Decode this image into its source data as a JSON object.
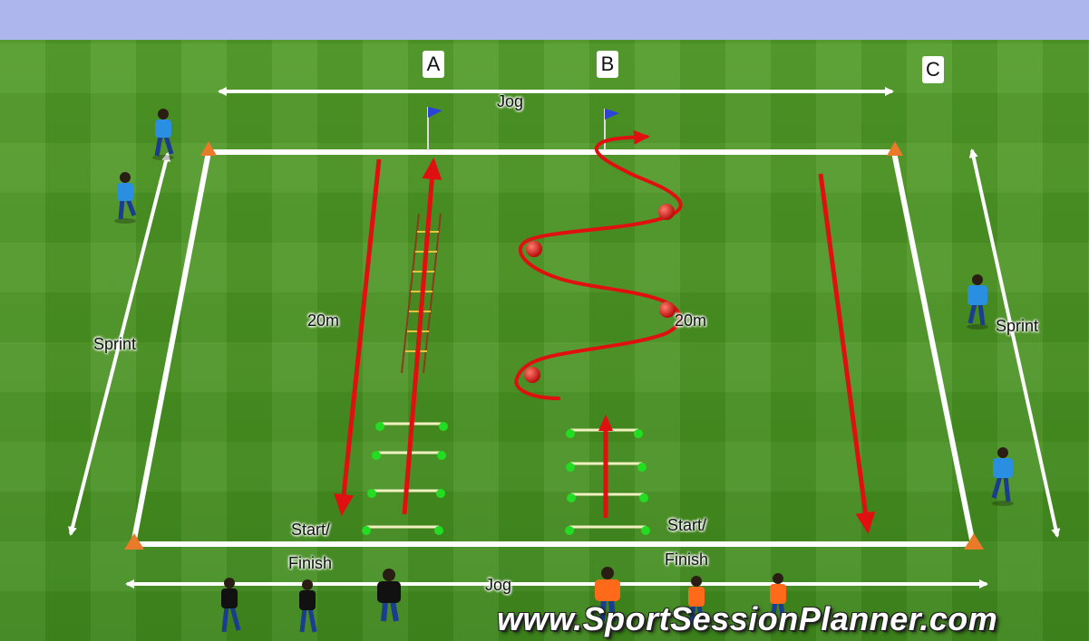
{
  "labels": {
    "station_a": "A",
    "station_b": "B",
    "station_c": "C",
    "jog_top": "Jog",
    "jog_bottom": "Jog",
    "sprint_left": "Sprint",
    "sprint_right": "Sprint",
    "dist_left": "20m",
    "dist_middle": "20m",
    "start_left_line1": "Start/",
    "start_left_line2": "Finish",
    "start_right_line1": "Start/",
    "start_right_line2": "Finish"
  },
  "watermark": "www.SportSessionPlanner.com",
  "colors": {
    "grass": "#4a9322",
    "banner": "#aeb6ee",
    "run_arrow": "#e01010",
    "cone": "#e87a2a",
    "team_blue": "#2a8fe0",
    "team_orange": "#ff6a1a",
    "team_black": "#111111",
    "hurdle": "#f0f0c0",
    "hurdle_cone": "#22dd22",
    "ladder": "#8a3d1a"
  }
}
